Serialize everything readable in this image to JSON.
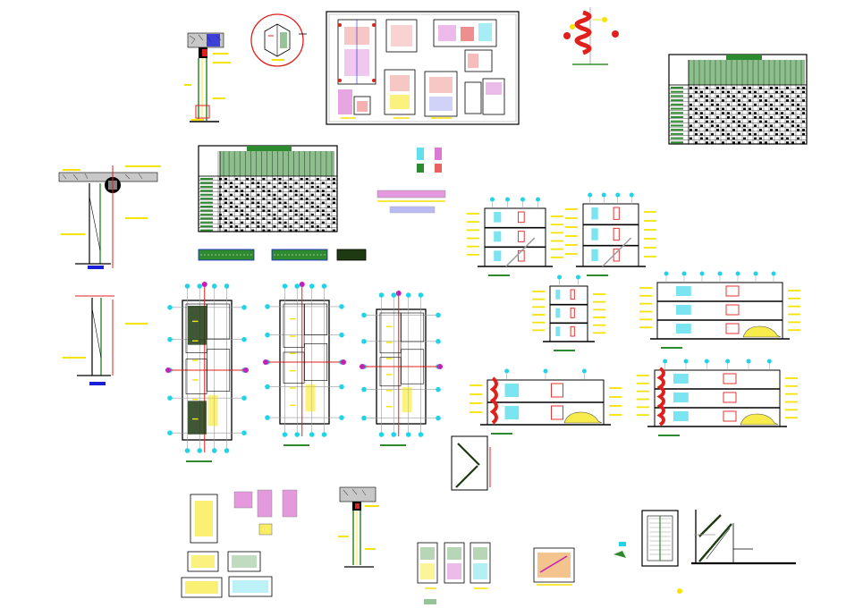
{
  "canvas": {
    "title": "",
    "background": "#ffffff"
  },
  "colors": {
    "line": "#000000",
    "yellow": "#f5e400",
    "red": "#e0201c",
    "cyan": "#21d3e6",
    "green": "#2e8a2e",
    "magenta": "#c41fb6",
    "blue": "#1a1fd8",
    "orange": "#e88a1e",
    "gray": "#9a9a9a",
    "dark_green": "#1e3a12"
  },
  "drawings": [
    {
      "kind": "wall-section-detail",
      "count": 3
    },
    {
      "kind": "circled-detail",
      "count": 1
    },
    {
      "kind": "presentation-sheet",
      "count": 1
    },
    {
      "kind": "spiral-stair-elevation",
      "count": 1
    },
    {
      "kind": "opening-schedule-table",
      "count": 2
    },
    {
      "kind": "floor-plan",
      "count": 3
    },
    {
      "kind": "building-section",
      "count": 6
    },
    {
      "kind": "detail-plan",
      "count": 9
    },
    {
      "kind": "staircase-section",
      "count": 2
    }
  ]
}
